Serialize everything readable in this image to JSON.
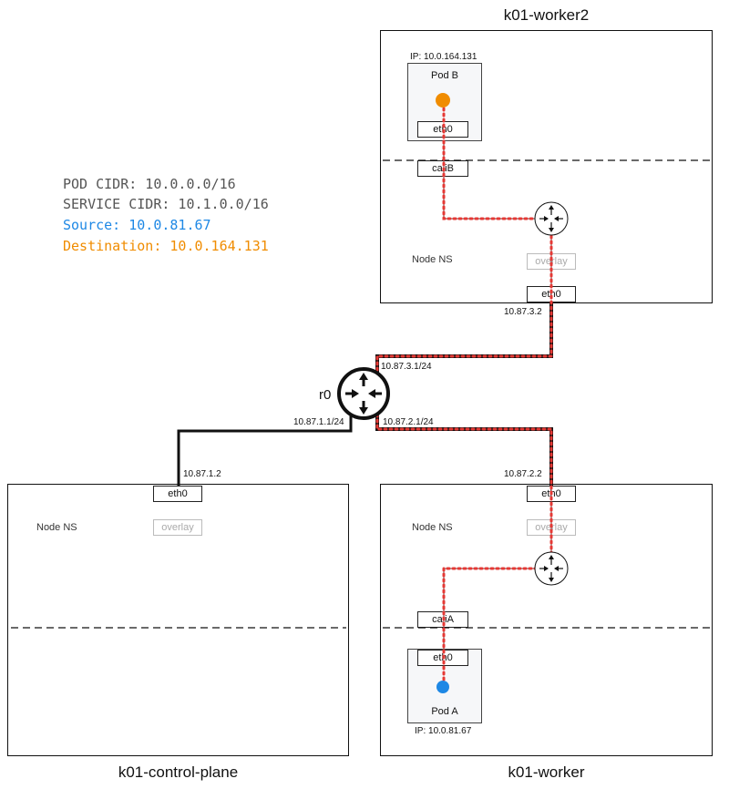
{
  "info": {
    "pod_cidr": "POD CIDR: 10.0.0.0/16",
    "service_cidr": "SERVICE CIDR: 10.1.0.0/16",
    "source": "Source: 10.0.81.67",
    "destination": "Destination: 10.0.164.131"
  },
  "colors": {
    "source": "#1e88e5",
    "destination": "#f08c00",
    "path": "#e53935",
    "wire": "#111111"
  },
  "router": {
    "name": "r0",
    "if_worker2": "10.87.3.1/24",
    "if_control": "10.87.1.1/24",
    "if_worker": "10.87.2.1/24"
  },
  "worker2": {
    "title": "k01-worker2",
    "pod_ip": "IP: 10.0.164.131",
    "pod_name": "Pod B",
    "pod_eth": "eth0",
    "cali": "caliB",
    "node_ns": "Node NS",
    "overlay": "overlay",
    "eth": "eth0",
    "eth_ip": "10.87.3.2"
  },
  "control": {
    "title": "k01-control-plane",
    "node_ns": "Node NS",
    "overlay": "overlay",
    "eth": "eth0",
    "eth_ip": "10.87.1.2"
  },
  "worker": {
    "title": "k01-worker",
    "pod_ip": "IP: 10.0.81.67",
    "pod_name": "Pod A",
    "pod_eth": "eth0",
    "cali": "caliA",
    "node_ns": "Node NS",
    "overlay": "overlay",
    "eth": "eth0",
    "eth_ip": "10.87.2.2"
  }
}
